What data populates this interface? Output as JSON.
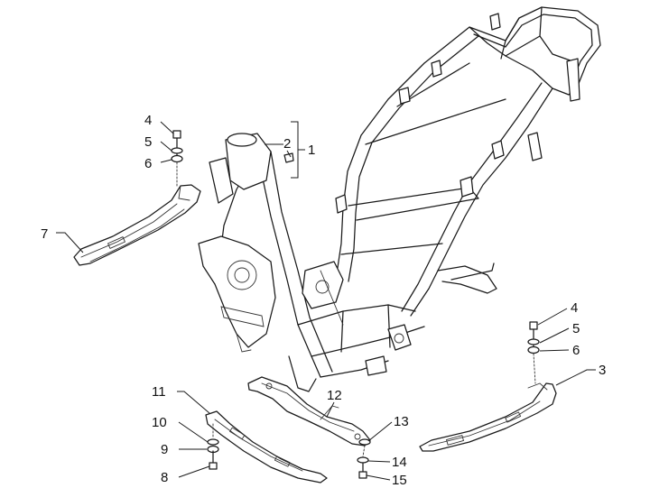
{
  "callouts": {
    "c1": "1",
    "c2": "2",
    "c3": "3",
    "c4a": "4",
    "c5a": "5",
    "c6a": "6",
    "c4b": "4",
    "c5b": "5",
    "c6b": "6",
    "c7": "7",
    "c8": "8",
    "c9": "9",
    "c10": "10",
    "c11": "11",
    "c12": "12",
    "c13": "13",
    "c14": "14",
    "c15": "15"
  },
  "colors": {
    "line": "#1a1a1a",
    "background": "#ffffff"
  }
}
